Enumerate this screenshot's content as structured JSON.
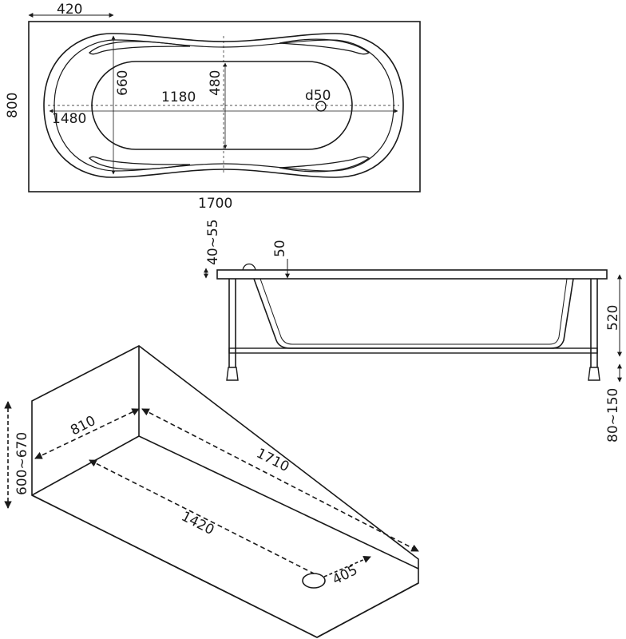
{
  "top_view": {
    "width_label": "420",
    "height_label": "800",
    "length_label": "1700",
    "inner_length_label": "1480",
    "bottom_length_label": "1180",
    "inner_width_label": "660",
    "bottom_width_label": "480",
    "drain_label": "d50"
  },
  "side_view": {
    "rim_label": "40~55",
    "lip_label": "50",
    "depth_label": "520",
    "legs_label": "80~150"
  },
  "iso_view": {
    "width_label": "810",
    "length_label": "1710",
    "height_label": "600~670",
    "bottom_length_label": "1420",
    "drain_offset_label": "405"
  }
}
